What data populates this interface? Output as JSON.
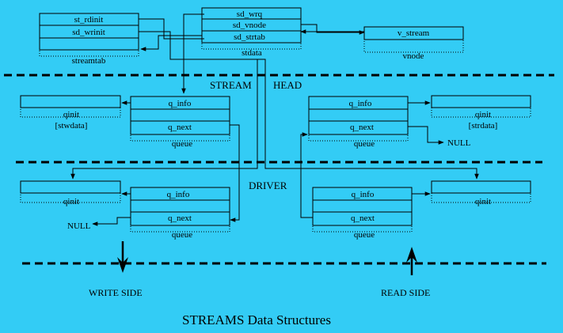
{
  "diagram": {
    "title": "STREAMS Data Structures",
    "sections": {
      "stream_head": "STREAM",
      "stream_head_2": "HEAD",
      "driver": "DRIVER"
    },
    "sides": {
      "write": "WRITE SIDE",
      "read": "READ SIDE"
    },
    "streamtab": {
      "fields": [
        "st_rdinit",
        "sd_wrinit"
      ],
      "caption": "streamtab"
    },
    "stdata": {
      "fields": [
        "sd_wrq",
        "sd_vnode",
        "sd_strtab"
      ],
      "caption": "stdata"
    },
    "vnode": {
      "fields": [
        "v_stream"
      ],
      "caption": "vnode"
    },
    "head_write_queue": {
      "fields": [
        "q_info",
        "q_next"
      ],
      "caption": "queue",
      "qinit_caption": "qinit",
      "qinit_sublabel": "[stwdata]"
    },
    "head_read_queue": {
      "fields": [
        "q_info",
        "q_next"
      ],
      "caption": "queue",
      "qinit_caption": "qinit",
      "qinit_sublabel": "[strdata]",
      "null_label": "NULL"
    },
    "driver_write_queue": {
      "fields": [
        "q_info",
        "q_next"
      ],
      "caption": "queue",
      "qinit_caption": "qinit",
      "null_label": "NULL"
    },
    "driver_read_queue": {
      "fields": [
        "q_info",
        "q_next"
      ],
      "caption": "queue",
      "qinit_caption": "qinit"
    },
    "colors": {
      "background": "#33ccf5",
      "ink": "#000000"
    }
  }
}
